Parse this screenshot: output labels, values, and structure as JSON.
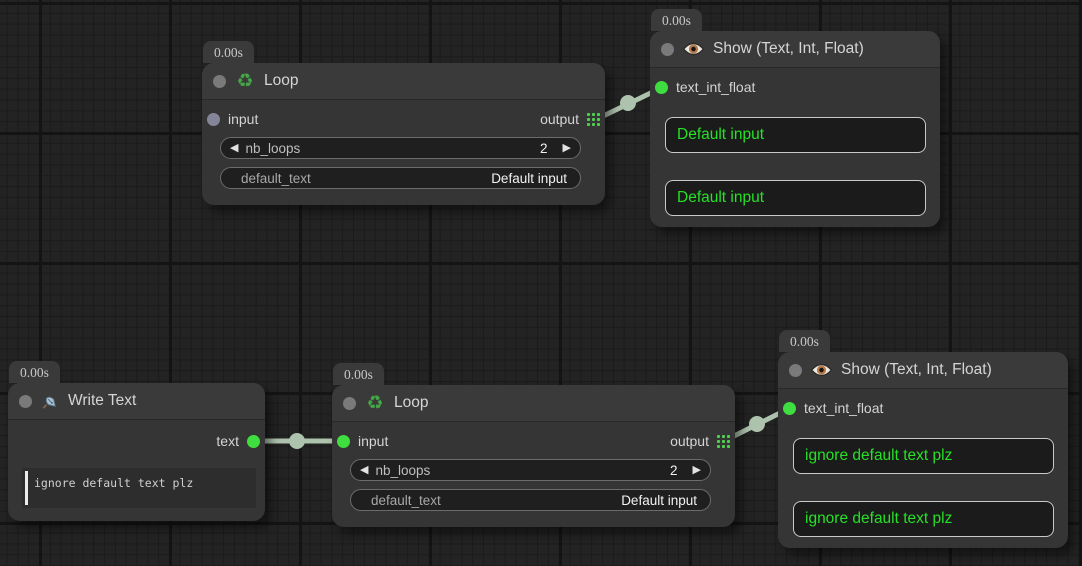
{
  "canvas": {
    "background_color": "#232323",
    "wire_color": "#aec3ae",
    "slot_connected_color": "#3fdd3f",
    "slot_unconnected_color": "#85859a",
    "show_text_color": "#27e027"
  },
  "nodes": {
    "loop_top": {
      "timer": "0.00s",
      "title": "Loop",
      "icon": "recycle-icon",
      "input": {
        "label": "input",
        "connected": false
      },
      "output": {
        "label": "output"
      },
      "widgets": {
        "nb_loops": {
          "label": "nb_loops",
          "value": "2"
        },
        "default_text": {
          "label": "default_text",
          "value": "Default input"
        }
      }
    },
    "show_top": {
      "timer": "0.00s",
      "title": "Show (Text, Int, Float)",
      "icon": "eye-icon",
      "input": {
        "label": "text_int_float",
        "connected": true
      },
      "display_values": [
        "Default input",
        "Default input"
      ]
    },
    "write_text": {
      "timer": "0.00s",
      "title": "Write Text",
      "icon": "pen-icon",
      "output": {
        "label": "text",
        "connected": true
      },
      "textarea": {
        "value": "ignore default text plz"
      }
    },
    "loop_bottom": {
      "timer": "0.00s",
      "title": "Loop",
      "icon": "recycle-icon",
      "input": {
        "label": "input",
        "connected": true
      },
      "output": {
        "label": "output"
      },
      "widgets": {
        "nb_loops": {
          "label": "nb_loops",
          "value": "2"
        },
        "default_text": {
          "label": "default_text",
          "value": "Default input"
        }
      }
    },
    "show_bottom": {
      "timer": "0.00s",
      "title": "Show (Text, Int, Float)",
      "icon": "eye-icon",
      "input": {
        "label": "text_int_float",
        "connected": true
      },
      "display_values": [
        "ignore default text plz",
        "ignore default text plz"
      ]
    }
  }
}
